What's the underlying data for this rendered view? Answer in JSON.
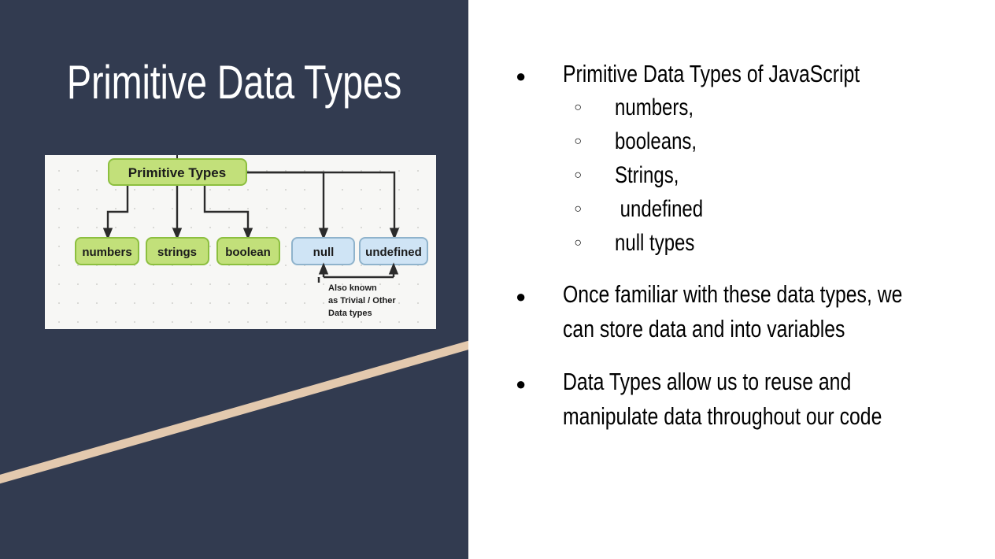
{
  "slide": {
    "title": "Primitive Data Types",
    "background_dark": "#323b50",
    "background_light": "#ffffff",
    "accent_line_color": "#e3c9ae",
    "title_color": "#ffffff",
    "text_color": "#000000"
  },
  "diagram": {
    "alt": "Primitive Types tree diagram",
    "root": {
      "label": "Primitive Types",
      "fill": "#c2e07a",
      "stroke": "#8cbf3f"
    },
    "children": [
      {
        "label": "numbers",
        "fill": "#c2e07a",
        "stroke": "#8cbf3f",
        "group": "primitive"
      },
      {
        "label": "strings",
        "fill": "#c2e07a",
        "stroke": "#8cbf3f",
        "group": "primitive"
      },
      {
        "label": "boolean",
        "fill": "#c2e07a",
        "stroke": "#8cbf3f",
        "group": "primitive"
      },
      {
        "label": "null",
        "fill": "#cfe4f5",
        "stroke": "#8fb3cc",
        "group": "trivial"
      },
      {
        "label": "undefined",
        "fill": "#cfe4f5",
        "stroke": "#8fb3cc",
        "group": "trivial"
      }
    ],
    "note_lines": [
      "Also known",
      "as Trivial / Other",
      "Data types"
    ]
  },
  "content": {
    "bullets": [
      {
        "level": 1,
        "text": "Primitive Data Types of JavaScript",
        "marker": "filled-disc",
        "sub": [
          {
            "level": 2,
            "text": "numbers,",
            "marker": "hollow-circle"
          },
          {
            "level": 2,
            "text": "booleans,",
            "marker": "hollow-circle"
          },
          {
            "level": 2,
            "text": "Strings,",
            "marker": "hollow-circle"
          },
          {
            "level": 2,
            "text": " undefined",
            "marker": "hollow-circle"
          },
          {
            "level": 2,
            "text": "null types",
            "marker": "hollow-circle"
          }
        ]
      },
      {
        "level": 1,
        "text": "Once familiar with these data types, we can store data and into variables",
        "marker": "filled-disc",
        "sub": []
      },
      {
        "level": 1,
        "text": "Data Types allow us to reuse and manipulate data throughout our code",
        "marker": "filled-disc",
        "sub": []
      }
    ]
  }
}
